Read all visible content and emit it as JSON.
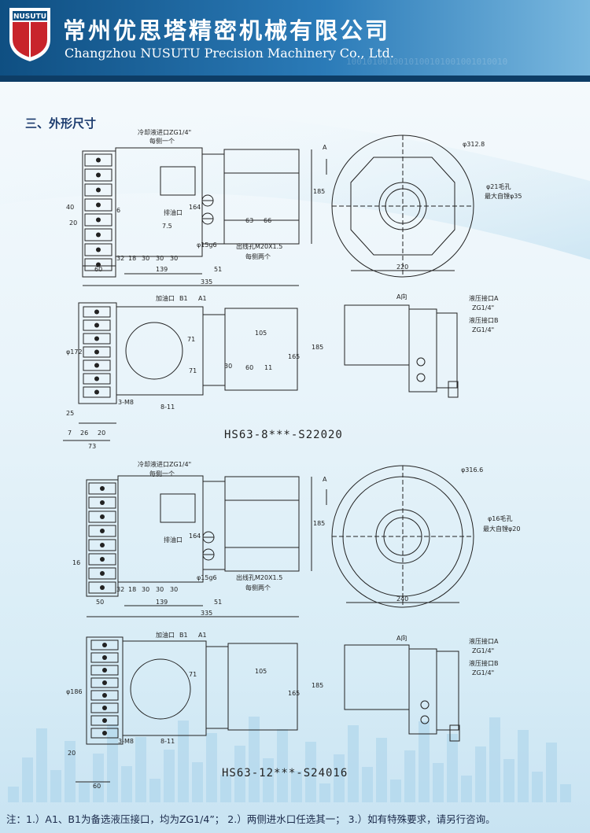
{
  "header": {
    "company_cn": "常州优思塔精密机械有限公司",
    "company_en": "Changzhou NUSUTU Precision Machinery Co., Ltd.",
    "logo_text": "NUSUTU",
    "binary_pattern": "1001010010010100101001001010010"
  },
  "section_title": "三、外形尺寸",
  "drawing1": {
    "model": "HS63-8***-S22020",
    "coolant_label": "冷却液进口ZG1/4\"",
    "coolant_each": "每侧一个",
    "oil_drain": "排油口",
    "fit": "φ15g6",
    "outlet": "出线孔M20X1.5",
    "outlet_each": "每侧两个",
    "dim_32": "32",
    "dim_18": "18",
    "dim_30": "30",
    "dim_60": "60",
    "dim_139": "139",
    "dim_51": "51",
    "dim_335": "335",
    "dim_185": "185",
    "dim_40": "40",
    "dim_20": "20",
    "dim_6": "6",
    "dim_63": "63",
    "dim_66": "66",
    "dim_164": "164",
    "dim_7_5": "7.5",
    "front_dia": "φ312.8",
    "hole": "φ21毛孔",
    "max_bore": "最大自镗φ35",
    "dim_220": "220",
    "view_a": "A",
    "view_a_dir": "A向",
    "oil_a": "加油口",
    "a1": "A1",
    "b1": "B1",
    "hyd_a": "液压接口A",
    "zg_a": "ZG1/4\"",
    "hyd_b": "液压接口B",
    "zg_b": "ZG1/4\"",
    "dia_172": "φ172",
    "dim_105": "105",
    "dim_71": "71",
    "dim_11": "11",
    "dim_165": "165",
    "m8": "3-M8",
    "dim_8_11": "8-11",
    "dim_25": "25",
    "dim_7": "7",
    "dim_26": "26",
    "dim_73": "73"
  },
  "drawing2": {
    "model": "HS63-12***-S24016",
    "coolant_label": "冷却液进口ZG1/4\"",
    "coolant_each": "每侧一个",
    "oil_drain": "排油口",
    "fit": "φ15g6",
    "outlet": "出线孔M20X1.5",
    "outlet_each": "每侧两个",
    "dim_32": "32",
    "dim_18": "18",
    "dim_30": "30",
    "dim_50": "50",
    "dim_139": "139",
    "dim_51": "51",
    "dim_335": "335",
    "dim_185": "185",
    "dim_16": "16",
    "dim_164": "164",
    "front_dia": "φ316.6",
    "hole": "φ16毛孔",
    "max_bore": "最大自镗φ20",
    "dim_240": "240",
    "view_a": "A",
    "view_a_dir": "A向",
    "oil_a": "加油口",
    "a1": "A1",
    "b1": "B1",
    "hyd_a": "液压接口A",
    "zg_a": "ZG1/4\"",
    "hyd_b": "液压接口B",
    "zg_b": "ZG1/4\"",
    "dia_186": "φ186",
    "dim_105": "105",
    "dim_71": "71",
    "dim_165": "165",
    "m8": "3-M8",
    "dim_8_11": "8-11",
    "dim_20": "20",
    "dim_60": "60"
  },
  "footer": "注：1.）A1、B1为备选液压接口，均为ZG1/4”； 2.）两侧进水口任选其一； 3.）如有特殊要求，请另行咨询。"
}
